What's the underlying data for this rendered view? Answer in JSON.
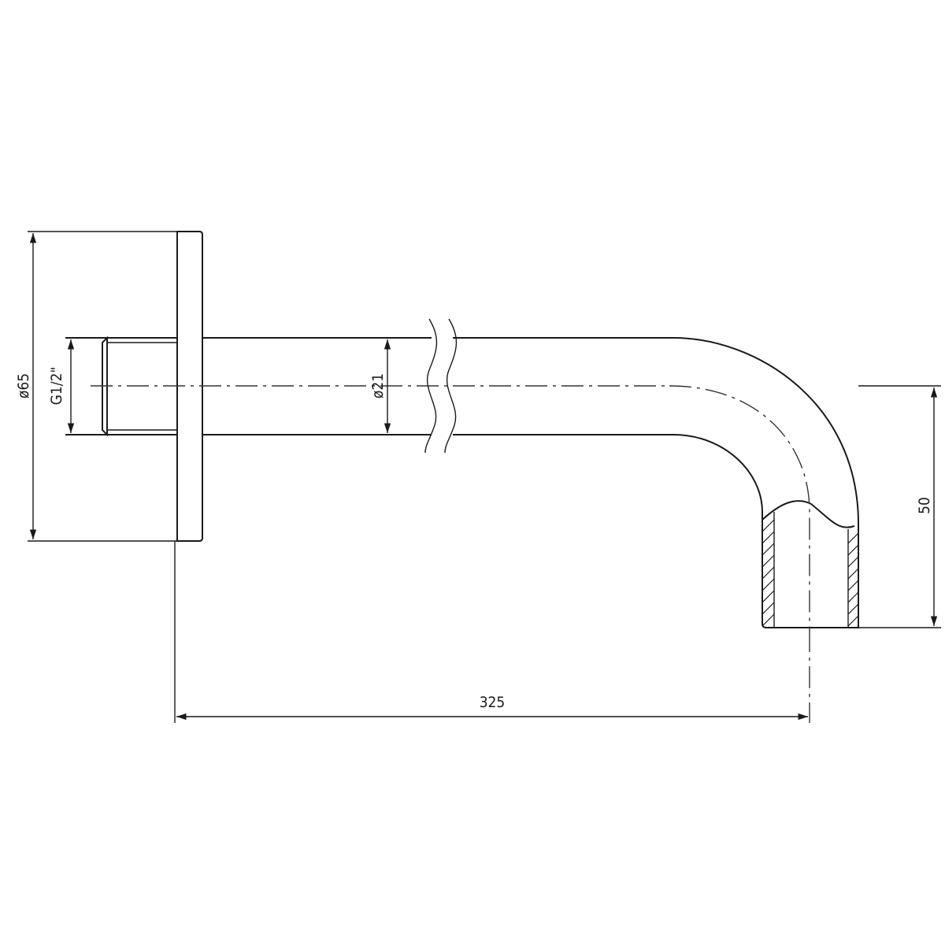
{
  "drawing": {
    "dimensions": {
      "flange_diameter": "ø65",
      "thread": "G1/2\"",
      "pipe_diameter": "ø21",
      "drop_height": "50",
      "projection_length": "325"
    },
    "line_color": "#1a1a1a"
  }
}
